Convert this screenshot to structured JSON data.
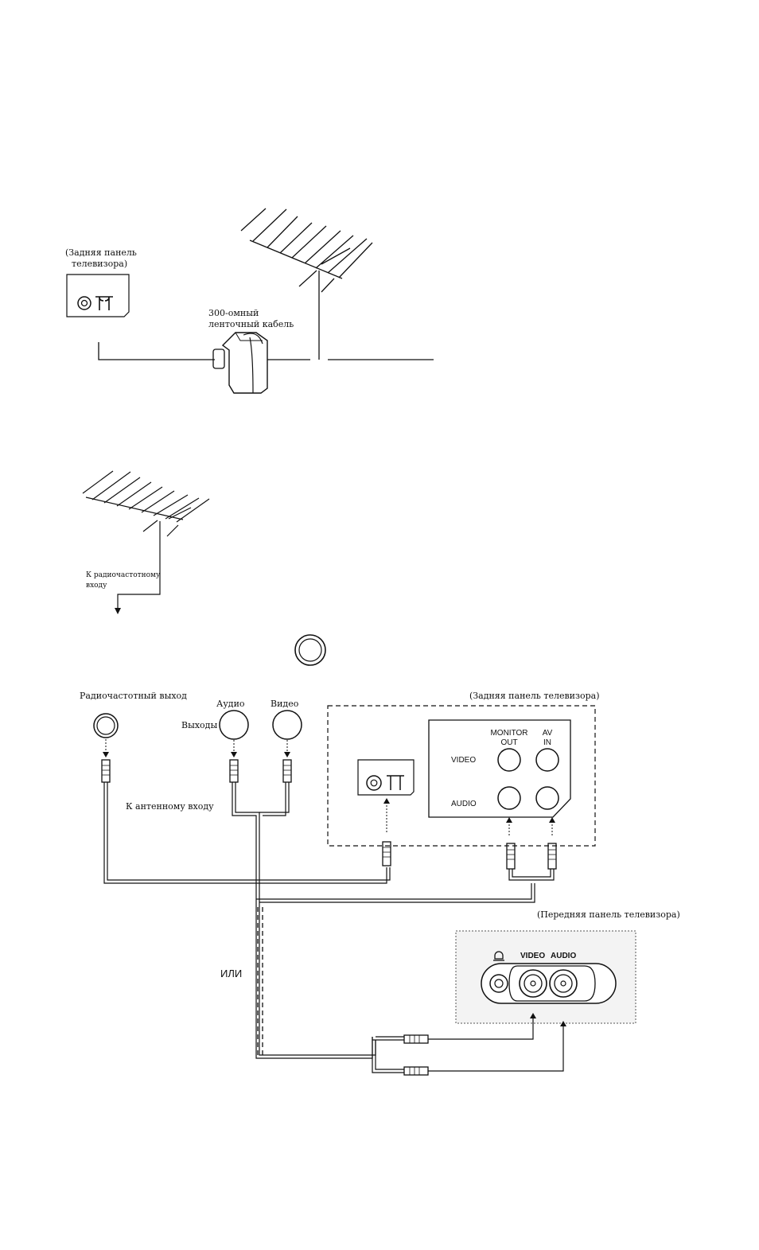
{
  "colors": {
    "ink": "#111111",
    "background": "#ffffff",
    "panel_fill": "#f3f3f3"
  },
  "diagram1": {
    "tv_rear_label_line1": "(Задняя панель",
    "tv_rear_label_line2": "телевизора)",
    "cable_label_line1": "300-омный",
    "cable_label_line2": "ленточный кабель"
  },
  "diagram2": {
    "rf_input_label_line1": "К радиочастотному",
    "rf_input_label_line2": "входу"
  },
  "diagram3": {
    "rf_output_label": "Радиочастотный выход",
    "audio_label": "Аудио",
    "video_label": "Видео",
    "outputs_label": "Выходы",
    "antenna_input_label": "К антенному входу",
    "tv_rear_panel_label": "(Задняя панель телевизора)",
    "monitor_out_line1": "MONITOR",
    "monitor_out_line2": "OUT",
    "av_in_line1": "AV",
    "av_in_line2": "IN",
    "row_video_label": "VIDEO",
    "row_audio_label": "AUDIO",
    "or_label": "ИЛИ",
    "tv_front_panel_label": "(Передняя панель телевизора)",
    "front_video_label": "VIDEO",
    "front_audio_label": "AUDIO"
  }
}
